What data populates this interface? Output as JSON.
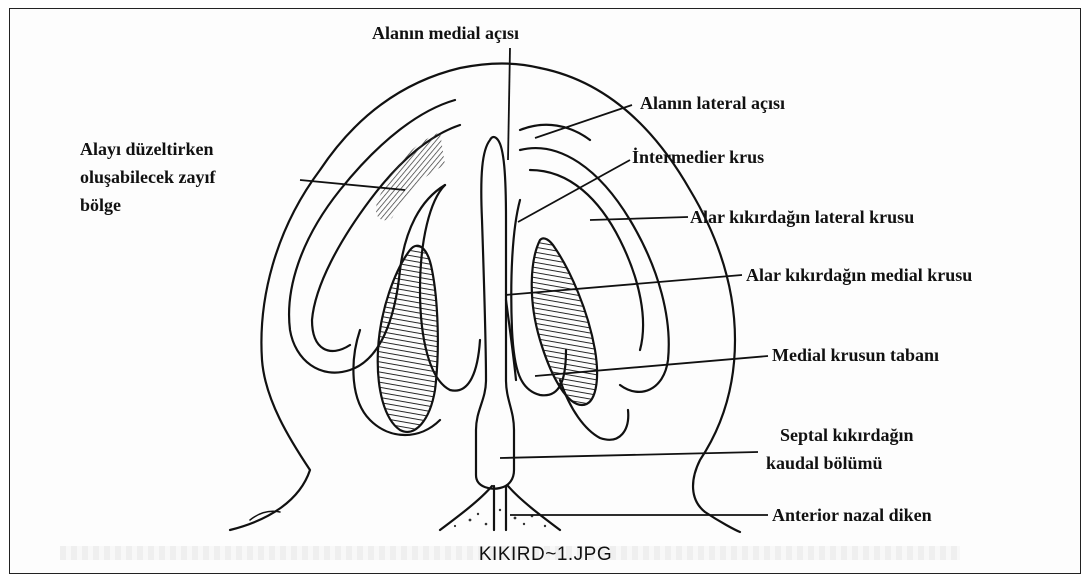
{
  "labels": {
    "medial_angle": "Alanın medial açısı",
    "lateral_angle": "Alanın lateral açısı",
    "weak_zone_line1": "Alayı düzeltirken",
    "weak_zone_line2": "oluşabilecek zayıf",
    "weak_zone_line3": "bölge",
    "intermediate_crus": "İntermedier krus",
    "lateral_crus": "Alar kıkırdağın lateral krusu",
    "medial_crus": "Alar kıkırdağın medial krusu",
    "medial_crus_base": "Medial krusun tabanı",
    "septal_line1": "Septal kıkırdağın",
    "septal_line2": "kaudal bölümü",
    "anterior_spine": "Anterior nazal diken"
  },
  "caption": "KIKIRD~1.JPG",
  "colors": {
    "ink": "#111111",
    "frame": "#222222"
  }
}
